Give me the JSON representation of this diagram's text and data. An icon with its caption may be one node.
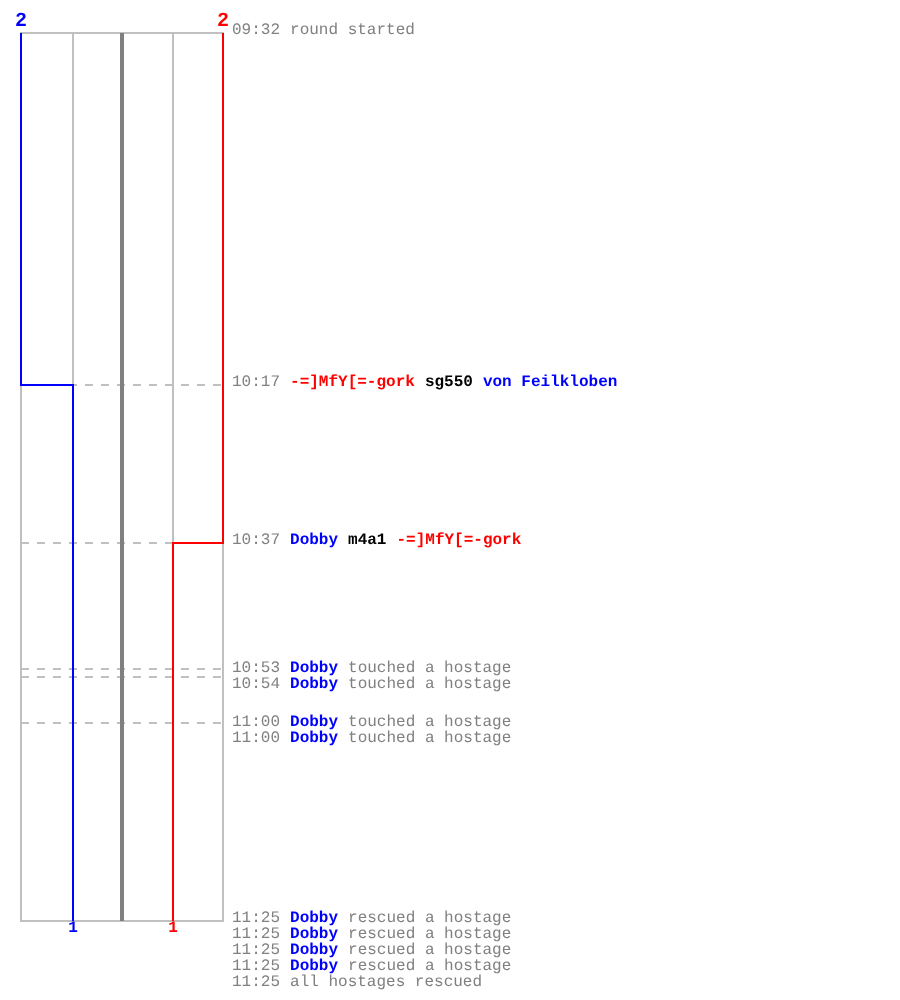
{
  "diagram": {
    "labels": [
      "2",
      "2",
      "09:32",
      "round started",
      "10:17",
      "-=]MfY[=-gork",
      "sg550",
      "von Feilkloben",
      "10:37",
      "Dobby",
      "m4a1",
      "-=]MfY[=-gork",
      "10:53",
      "Dobby",
      "touched a hostage",
      "10:54",
      "Dobby",
      "touched a hostage",
      "11:00",
      "Dobby",
      "touched a hostage",
      "11:00",
      "Dobby",
      "touched a hostage",
      "1",
      "1",
      "11:25",
      "Dobby",
      "rescued a hostage",
      "11:25",
      "Dobby",
      "rescued a hostage",
      "11:25",
      "Dobby",
      "rescued a hostage",
      "11:25",
      "Dobby",
      "rescued a hostage",
      "11:25",
      "all hostages rescued"
    ]
  }
}
